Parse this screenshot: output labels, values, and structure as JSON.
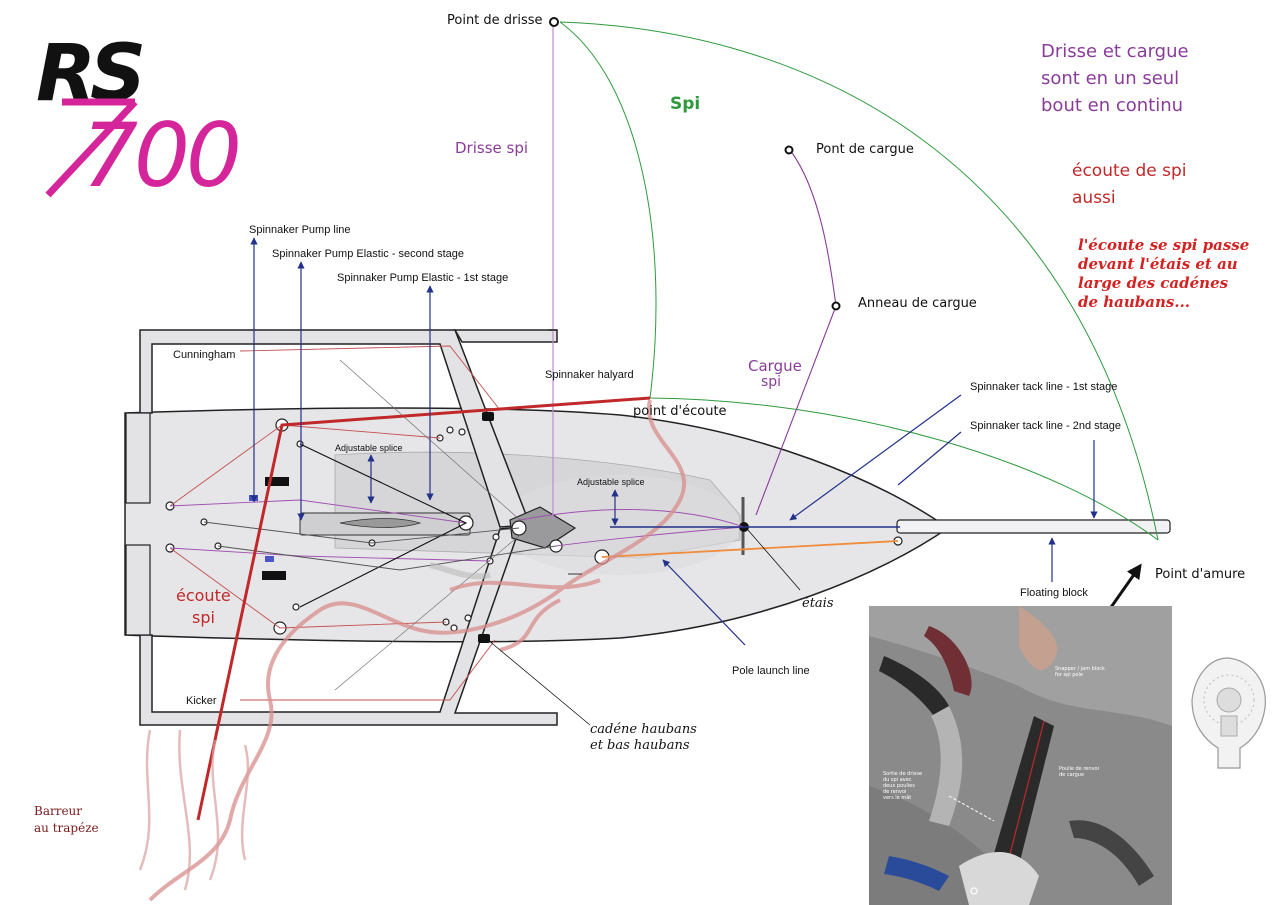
{
  "logo": {
    "rs": "RS",
    "num": "700"
  },
  "labels": {
    "point_de_drisse": "Point de drisse",
    "drisse_spi": "Drisse spi",
    "spi": "Spi",
    "pont_de_cargue": "Pont de cargue",
    "anneau_de_cargue": "Anneau de cargue",
    "cargue_spi_1": "Cargue",
    "cargue_spi_2": "spi",
    "point_ecoute": "point d'écoute",
    "point_amure": "Point d'amure",
    "etais": "étais",
    "ecoute_spi_1": "écoute",
    "ecoute_spi_2": "spi",
    "barreur_1": "Barreur",
    "barreur_2": "au trapéze",
    "cadene_1": "cadéne haubans",
    "cadene_2": "et bas haubans"
  },
  "rigging": {
    "pump_line": "Spinnaker Pump line",
    "pump_elastic_2": "Spinnaker Pump Elastic - second stage",
    "pump_elastic_1": "Spinnaker Pump Elastic - 1st stage",
    "cunningham": "Cunningham",
    "kicker": "Kicker",
    "halyard": "Spinnaker halyard",
    "adjustable_splice_1": "Adjustable splice",
    "adjustable_splice_2": "Adjustable splice",
    "tack_line_1": "Spinnaker tack line - 1st stage",
    "tack_line_2": "Spinnaker tack line - 2nd stage",
    "floating_block": "Floating block",
    "pole_launch": "Pole launch line"
  },
  "notes": {
    "drisse_cargue": [
      "Drisse et cargue",
      "sont en un seul",
      "bout en continu"
    ],
    "ecoute_aussi": [
      "écoute de spi",
      "aussi"
    ],
    "ecoute_passe": [
      "l'écoute se spi passe",
      "devant l'étais et au",
      "large des cadénes",
      "de haubans..."
    ]
  },
  "photo": {
    "note_top": "Snapper / jam block\nfor spi pole",
    "note_left": "Sortie de drisse\ndu spi avec\ndeux poulies\nde renvoi\nvers le mât",
    "note_right": "Poulie de renvoi\nde cargue"
  },
  "colors": {
    "halyard_purple": "#8a3c9a",
    "spi_green": "#2e9a3e",
    "sheet_red": "#c0282a",
    "logo_pink": "#d4269a",
    "arrow_navy": "#22318a",
    "orange_line": "#f08c3c"
  }
}
